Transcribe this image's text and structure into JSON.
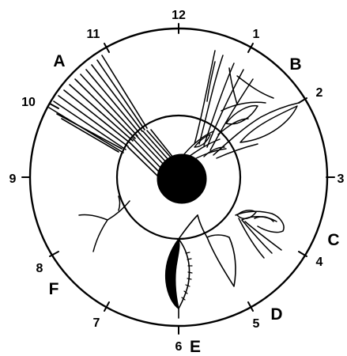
{
  "clock_numbers": {
    "n12": "12",
    "n1": "1",
    "n2": "2",
    "n3": "3",
    "n4": "4",
    "n5": "5",
    "n6": "6",
    "n7": "7",
    "n8": "8",
    "n9": "9",
    "n10": "10",
    "n11": "11"
  },
  "sectors": {
    "A": "A",
    "B": "B",
    "C": "C",
    "D": "D",
    "E": "E",
    "F": "F"
  },
  "colors": {
    "ink": "#000000",
    "background": "#ffffff"
  }
}
